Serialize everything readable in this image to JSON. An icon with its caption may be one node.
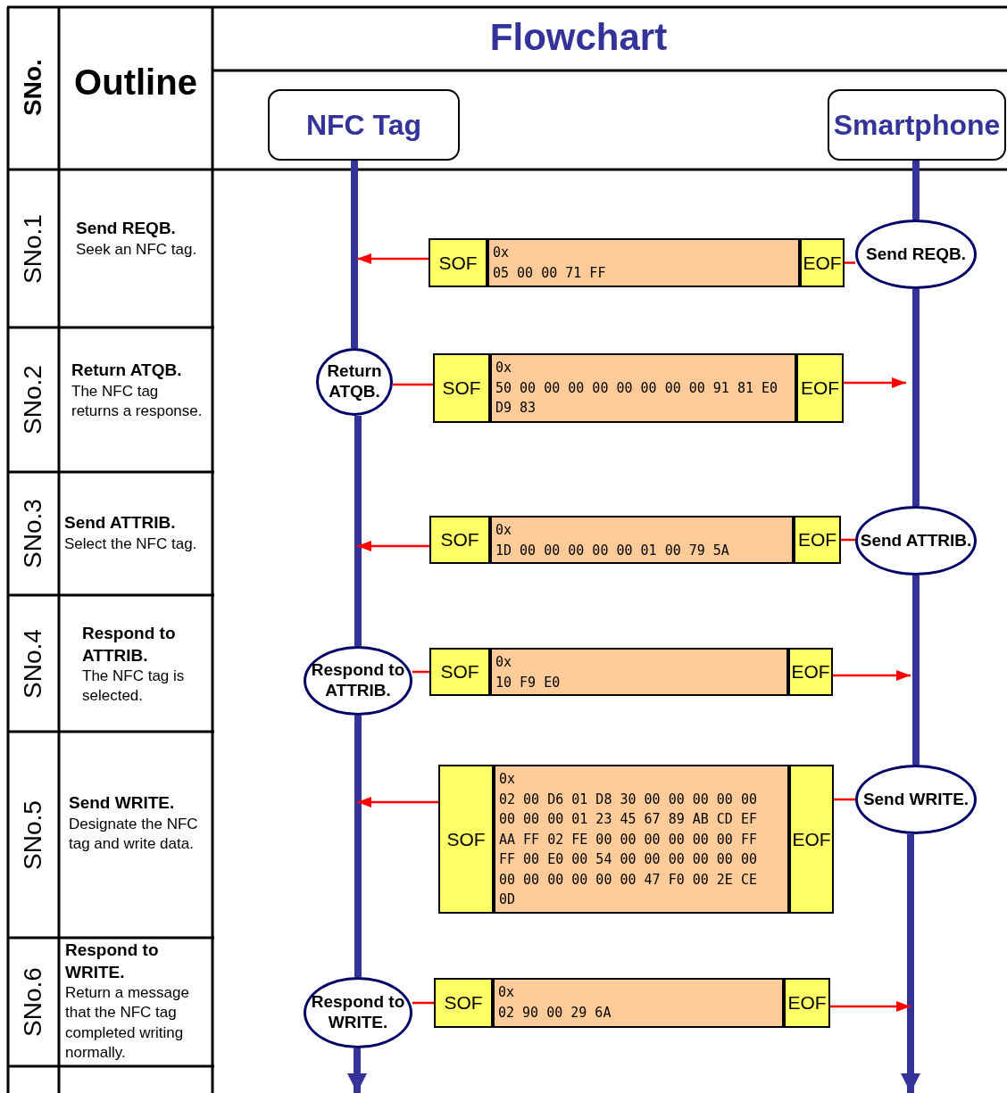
{
  "diagram": {
    "nodes": [
      {
        "text": [
          "NFC Tag"
        ]
      },
      {
        "text": [
          "Smartphone"
        ]
      },
      {
        "text": [
          "Send REQB."
        ]
      },
      {
        "text": [
          "SOF"
        ]
      },
      {
        "text": [
          "0x",
          "05 00 00 71 FF"
        ]
      },
      {
        "text": [
          "EOF"
        ]
      },
      {
        "text": [
          "Return ATQB."
        ]
      },
      {
        "text": [
          "SOF"
        ]
      },
      {
        "text": [
          "0x",
          "50 00 00 00 00 00 00 00 00 91 81 E0 D9 83"
        ]
      },
      {
        "text": [
          "EOF"
        ]
      },
      {
        "text": [
          "Send ATTRIB."
        ]
      },
      {
        "text": [
          "SOF"
        ]
      },
      {
        "text": [
          "0x",
          "1D 00 00 00 00 00 01 00 79 5A"
        ]
      },
      {
        "text": [
          "EOF"
        ]
      },
      {
        "text": [
          "Respond to ATTRIB."
        ]
      },
      {
        "text": [
          "SOF"
        ]
      },
      {
        "text": [
          "0x",
          "10 F9 E0"
        ]
      },
      {
        "text": [
          "EOF"
        ]
      },
      {
        "text": [
          "Send WRITE."
        ]
      },
      {
        "text": [
          "SOF"
        ]
      },
      {
        "text": [
          "0x",
          "02 00 D6 01 D8 30 00 00 00 00 00 00 00 00 01 23 45 67 89 AB CD EF AA FF 02 FE 00 00 00 00 00 00 FF FF 00 E0 00 54 00 00 00 00 00 00 00 00 00 00 00 00 47 F0 00 2E CE 0D"
        ]
      },
      {
        "text": [
          "EOF"
        ]
      },
      {
        "text": [
          "Respond to WRITE."
        ]
      },
      {
        "text": [
          "SOF"
        ]
      },
      {
        "text": [
          "0x",
          "02 90 00 29 6A"
        ]
      },
      {
        "text": [
          "EOF"
        ]
      }
    ],
    "edges": [
      {
        "from": 0,
        "to": 6,
        "arrow": "none",
        "style": "thick",
        "color": "#333399"
      },
      {
        "from": 6,
        "to": 14,
        "arrow": "none",
        "style": "thick",
        "color": "#333399"
      },
      {
        "from": 14,
        "to": 22,
        "arrow": "none",
        "style": "thick",
        "color": "#333399"
      },
      {
        "from": 22,
        "to": null,
        "arrow": "to",
        "style": "thick",
        "color": "#333399"
      },
      {
        "from": 1,
        "to": 2,
        "arrow": "none",
        "style": "thick",
        "color": "#333399"
      },
      {
        "from": 2,
        "to": 10,
        "arrow": "none",
        "style": "thick",
        "color": "#333399"
      },
      {
        "from": 10,
        "to": 18,
        "arrow": "none",
        "style": "thick",
        "color": "#333399"
      },
      {
        "from": 18,
        "to": null,
        "arrow": "to",
        "style": "thick",
        "color": "#333399"
      },
      {
        "from": 2,
        "to": 5,
        "arrow": "none"
      },
      {
        "from": 3,
        "to": null,
        "arrow": "to"
      },
      {
        "from": 6,
        "to": 7,
        "arrow": "none"
      },
      {
        "from": 9,
        "to": null,
        "arrow": "to"
      },
      {
        "from": 10,
        "to": 13,
        "arrow": "none"
      },
      {
        "from": 11,
        "to": null,
        "arrow": "to"
      },
      {
        "from": 14,
        "to": 15,
        "arrow": "none"
      },
      {
        "from": 17,
        "to": null,
        "arrow": "to"
      },
      {
        "from": 18,
        "to": 21,
        "arrow": "none"
      },
      {
        "from": 19,
        "to": null,
        "arrow": "to"
      },
      {
        "from": 22,
        "to": 23,
        "arrow": "none"
      },
      {
        "from": 25,
        "to": null,
        "arrow": "to"
      }
    ],
    "labels": [
      "SNo.",
      "Outline",
      "Flowchart",
      "SNo.1",
      "Send REQB.",
      "Seek an NFC tag.",
      "SNo.2",
      "Return ATQB.",
      "The NFC tag returns a response.",
      "SNo.3",
      "Send ATTRIB.",
      "Select the NFC tag.",
      "SNo.4",
      "Respond to ATTRIB.",
      "The NFC tag is selected.",
      "SNo.5",
      "Send WRITE.",
      "Designate the NFC tag and write data.",
      "SNo.6",
      "Respond to WRITE.",
      "Return a message that the NFC tag completed writing normally."
    ]
  }
}
